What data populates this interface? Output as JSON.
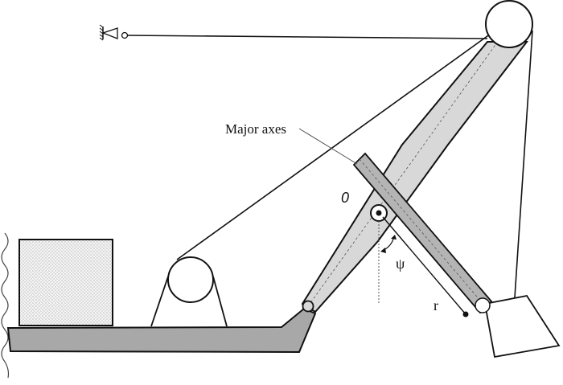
{
  "diagram": {
    "labels": {
      "major_axes": "Major axes",
      "origin": "0",
      "angle": "ψ",
      "radius": "r"
    },
    "colors": {
      "boom_fill": "#d8d8d8",
      "stick_fill": "#b4b4b4",
      "deck_fill": "#a8a8a8",
      "stroke": "#111111"
    }
  }
}
